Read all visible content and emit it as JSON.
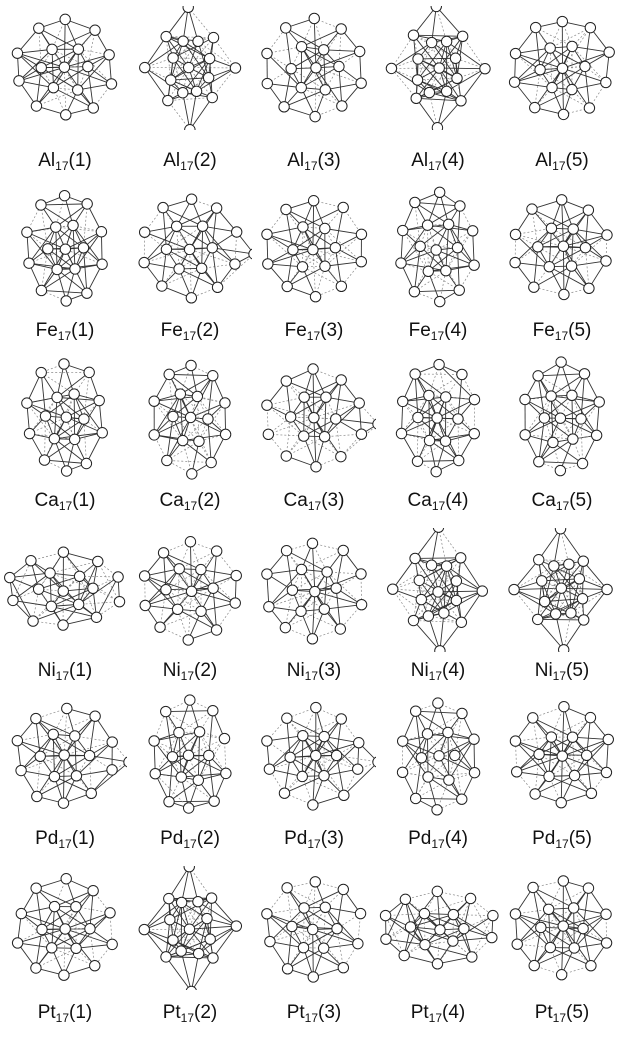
{
  "figure": {
    "rows": [
      {
        "element": "Al",
        "items": [
          {
            "symbol": "Al",
            "sub": "17",
            "index": "(1)",
            "shape": "round"
          },
          {
            "symbol": "Al",
            "sub": "17",
            "index": "(2)",
            "shape": "diamond"
          },
          {
            "symbol": "Al",
            "sub": "17",
            "index": "(3)",
            "shape": "round"
          },
          {
            "symbol": "Al",
            "sub": "17",
            "index": "(4)",
            "shape": "diamond"
          },
          {
            "symbol": "Al",
            "sub": "17",
            "index": "(5)",
            "shape": "round"
          }
        ]
      },
      {
        "element": "Fe",
        "items": [
          {
            "symbol": "Fe",
            "sub": "17",
            "index": "(1)",
            "shape": "tall"
          },
          {
            "symbol": "Fe",
            "sub": "17",
            "index": "(2)",
            "shape": "capped"
          },
          {
            "symbol": "Fe",
            "sub": "17",
            "index": "(3)",
            "shape": "round"
          },
          {
            "symbol": "Fe",
            "sub": "17",
            "index": "(4)",
            "shape": "tall"
          },
          {
            "symbol": "Fe",
            "sub": "17",
            "index": "(5)",
            "shape": "round"
          }
        ]
      },
      {
        "element": "Ca",
        "items": [
          {
            "symbol": "Ca",
            "sub": "17",
            "index": "(1)",
            "shape": "tall"
          },
          {
            "symbol": "Ca",
            "sub": "17",
            "index": "(2)",
            "shape": "tall"
          },
          {
            "symbol": "Ca",
            "sub": "17",
            "index": "(3)",
            "shape": "capped"
          },
          {
            "symbol": "Ca",
            "sub": "17",
            "index": "(4)",
            "shape": "tall"
          },
          {
            "symbol": "Ca",
            "sub": "17",
            "index": "(5)",
            "shape": "tall"
          }
        ]
      },
      {
        "element": "Ni",
        "items": [
          {
            "symbol": "Ni",
            "sub": "17",
            "index": "(1)",
            "shape": "wide"
          },
          {
            "symbol": "Ni",
            "sub": "17",
            "index": "(2)",
            "shape": "round"
          },
          {
            "symbol": "Ni",
            "sub": "17",
            "index": "(3)",
            "shape": "round"
          },
          {
            "symbol": "Ni",
            "sub": "17",
            "index": "(4)",
            "shape": "diamond"
          },
          {
            "symbol": "Ni",
            "sub": "17",
            "index": "(5)",
            "shape": "diamond"
          }
        ]
      },
      {
        "element": "Pd",
        "items": [
          {
            "symbol": "Pd",
            "sub": "17",
            "index": "(1)",
            "shape": "capped"
          },
          {
            "symbol": "Pd",
            "sub": "17",
            "index": "(2)",
            "shape": "tall"
          },
          {
            "symbol": "Pd",
            "sub": "17",
            "index": "(3)",
            "shape": "capped"
          },
          {
            "symbol": "Pd",
            "sub": "17",
            "index": "(4)",
            "shape": "tall"
          },
          {
            "symbol": "Pd",
            "sub": "17",
            "index": "(5)",
            "shape": "round"
          }
        ]
      },
      {
        "element": "Pt",
        "items": [
          {
            "symbol": "Pt",
            "sub": "17",
            "index": "(1)",
            "shape": "round"
          },
          {
            "symbol": "Pt",
            "sub": "17",
            "index": "(2)",
            "shape": "diamond"
          },
          {
            "symbol": "Pt",
            "sub": "17",
            "index": "(3)",
            "shape": "round"
          },
          {
            "symbol": "Pt",
            "sub": "17",
            "index": "(4)",
            "shape": "wide"
          },
          {
            "symbol": "Pt",
            "sub": "17",
            "index": "(5)",
            "shape": "round"
          }
        ]
      }
    ]
  }
}
